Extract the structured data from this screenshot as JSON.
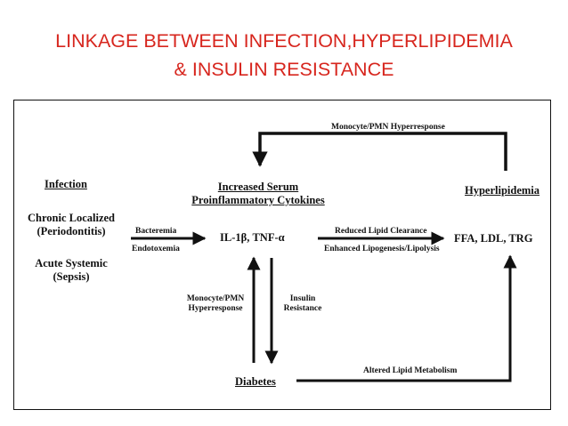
{
  "title": {
    "line1": "LINKAGE BETWEEN INFECTION,HYPERLIPIDEMIA",
    "line2": "& INSULIN RESISTANCE",
    "color": "#d7261e"
  },
  "diagram": {
    "infection": {
      "heading": "Infection",
      "chronic_line1": "Chronic Localized",
      "chronic_line2": "(Periodontitis)",
      "acute_line1": "Acute Systemic",
      "acute_line2": "(Sepsis)"
    },
    "cytokines": {
      "heading_line1": "Increased Serum",
      "heading_line2": "Proinflammatory Cytokines",
      "node": "IL-1β, TNF-α"
    },
    "hyperlipidemia": {
      "heading": "Hyperlipidemia",
      "node": "FFA, LDL, TRG"
    },
    "diabetes": {
      "heading": "Diabetes"
    },
    "edges": {
      "top_feedback": "Monocyte/PMN Hyperresponse",
      "bacteremia": "Bacteremia",
      "endotoxemia": "Endotoxemia",
      "reduced_clearance": "Reduced Lipid Clearance",
      "enhanced_lipogenesis": "Enhanced Lipogenesis/Lipolysis",
      "up_line1": "Monocyte/PMN",
      "up_line2": "Hyperresponse",
      "down_line1": "Insulin",
      "down_line2": "Resistance",
      "altered_metabolism": "Altered Lipid Metabolism"
    }
  }
}
